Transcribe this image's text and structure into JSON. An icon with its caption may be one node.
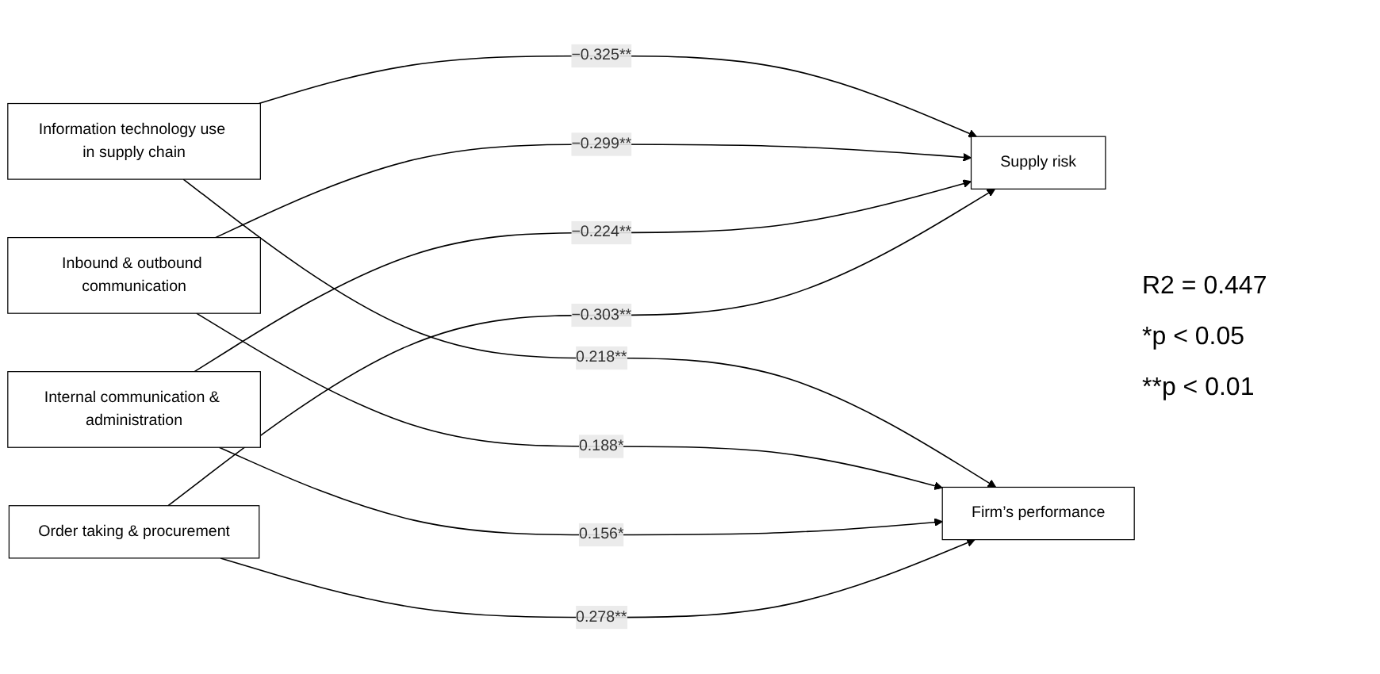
{
  "diagram": {
    "nodes": [
      {
        "text": [
          "Information technology use in supply chain"
        ]
      },
      {
        "text": [
          "Inbound & outbound communication"
        ]
      },
      {
        "text": [
          "Internal communication & administration"
        ]
      },
      {
        "text": [
          "Order taking & procurement"
        ]
      },
      {
        "text": [
          "Supply risk"
        ]
      },
      {
        "text": [
          "Firm’s performance"
        ]
      }
    ],
    "edges": [
      {
        "from": 0,
        "to": 4,
        "arrow": "to",
        "label": "−0.325**"
      },
      {
        "from": 0,
        "to": 5,
        "arrow": "to",
        "label": "0.218**"
      },
      {
        "from": 1,
        "to": 4,
        "arrow": "to",
        "label": "−0.299**"
      },
      {
        "from": 1,
        "to": 5,
        "arrow": "to",
        "label": "0.188*"
      },
      {
        "from": 2,
        "to": 4,
        "arrow": "to",
        "label": "−0.224**"
      },
      {
        "from": 2,
        "to": 5,
        "arrow": "to",
        "label": "0.156*"
      },
      {
        "from": 3,
        "to": 4,
        "arrow": "to",
        "label": "−0.303**"
      },
      {
        "from": 3,
        "to": 5,
        "arrow": "to",
        "label": "0.278**"
      }
    ],
    "labels": [
      "R2 = 0.447",
      "*p < 0.05",
      "**p < 0.01"
    ]
  }
}
